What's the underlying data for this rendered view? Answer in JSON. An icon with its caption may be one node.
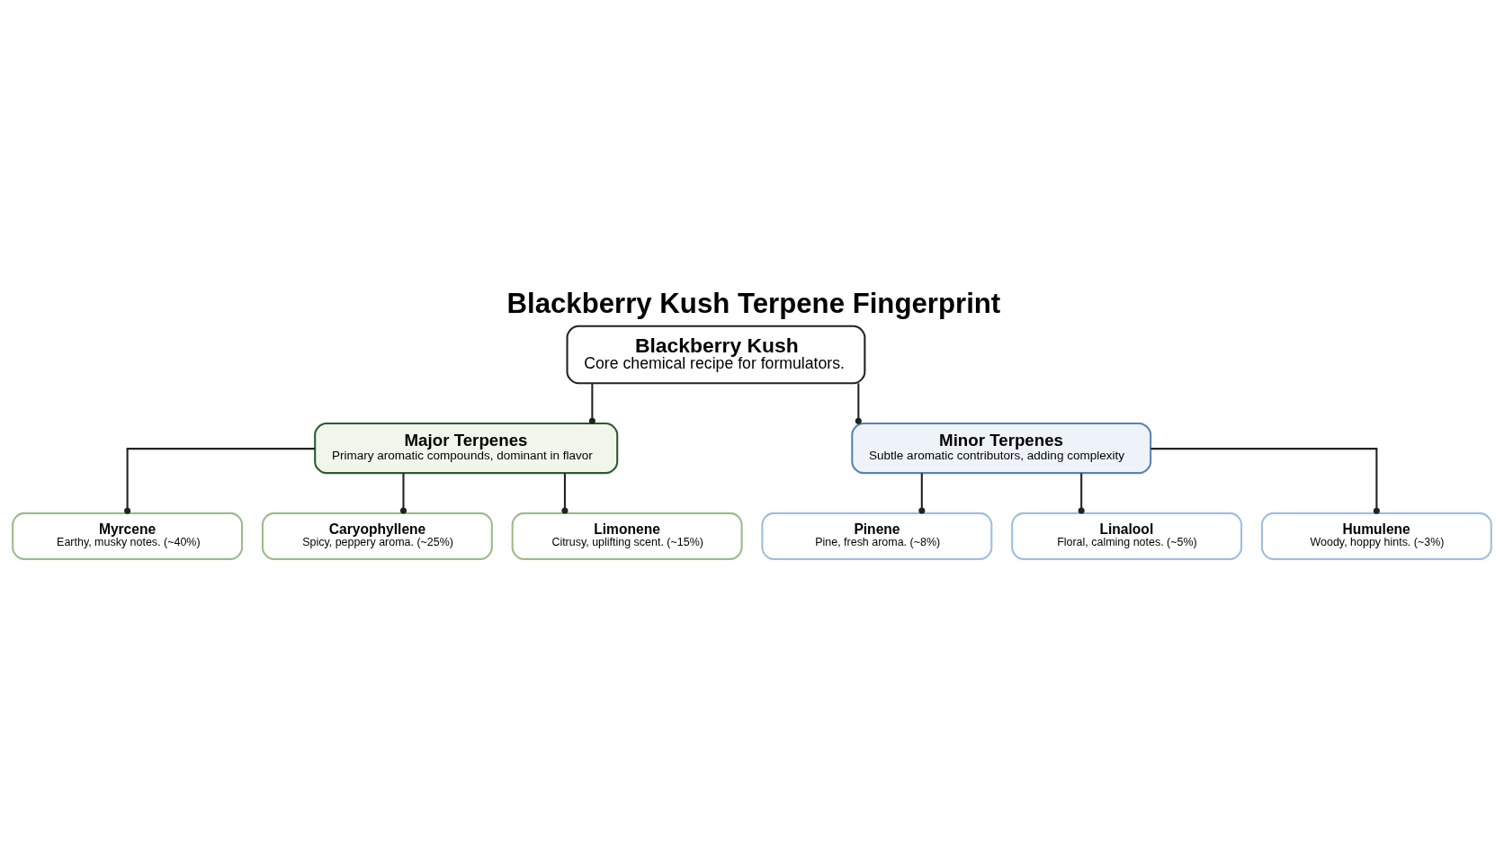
{
  "diagram": {
    "title": "Blackberry Kush Terpene Fingerprint",
    "nodes": [
      {
        "text": [
          "Blackberry Kush",
          "Core chemical recipe for formulators."
        ]
      },
      {
        "text": [
          "Major Terpenes",
          "Primary aromatic compounds, dominant in flavor"
        ]
      },
      {
        "text": [
          "Minor Terpenes",
          "Subtle aromatic contributors, adding complexity"
        ]
      },
      {
        "text": [
          "Myrcene",
          "Earthy, musky notes. (~40%)"
        ]
      },
      {
        "text": [
          "Caryophyllene",
          "Spicy, peppery aroma. (~25%)"
        ]
      },
      {
        "text": [
          "Limonene",
          "Citrusy, uplifting scent. (~15%)"
        ]
      },
      {
        "text": [
          "Pinene",
          "Pine, fresh aroma. (~8%)"
        ]
      },
      {
        "text": [
          "Linalool",
          "Floral, calming notes. (~5%)"
        ]
      },
      {
        "text": [
          "Humulene",
          "Woody, hoppy hints. (~3%)"
        ]
      }
    ],
    "edges": [
      {
        "from": 0,
        "to": 1,
        "arrow": "other"
      },
      {
        "from": 0,
        "to": 2,
        "arrow": "other"
      },
      {
        "from": 1,
        "to": 3,
        "arrow": "other"
      },
      {
        "from": 1,
        "to": 4,
        "arrow": "other"
      },
      {
        "from": 1,
        "to": 5,
        "arrow": "other"
      },
      {
        "from": 2,
        "to": 6,
        "arrow": "other"
      },
      {
        "from": 2,
        "to": 7,
        "arrow": "other"
      },
      {
        "from": 2,
        "to": 8,
        "arrow": "other"
      }
    ]
  }
}
